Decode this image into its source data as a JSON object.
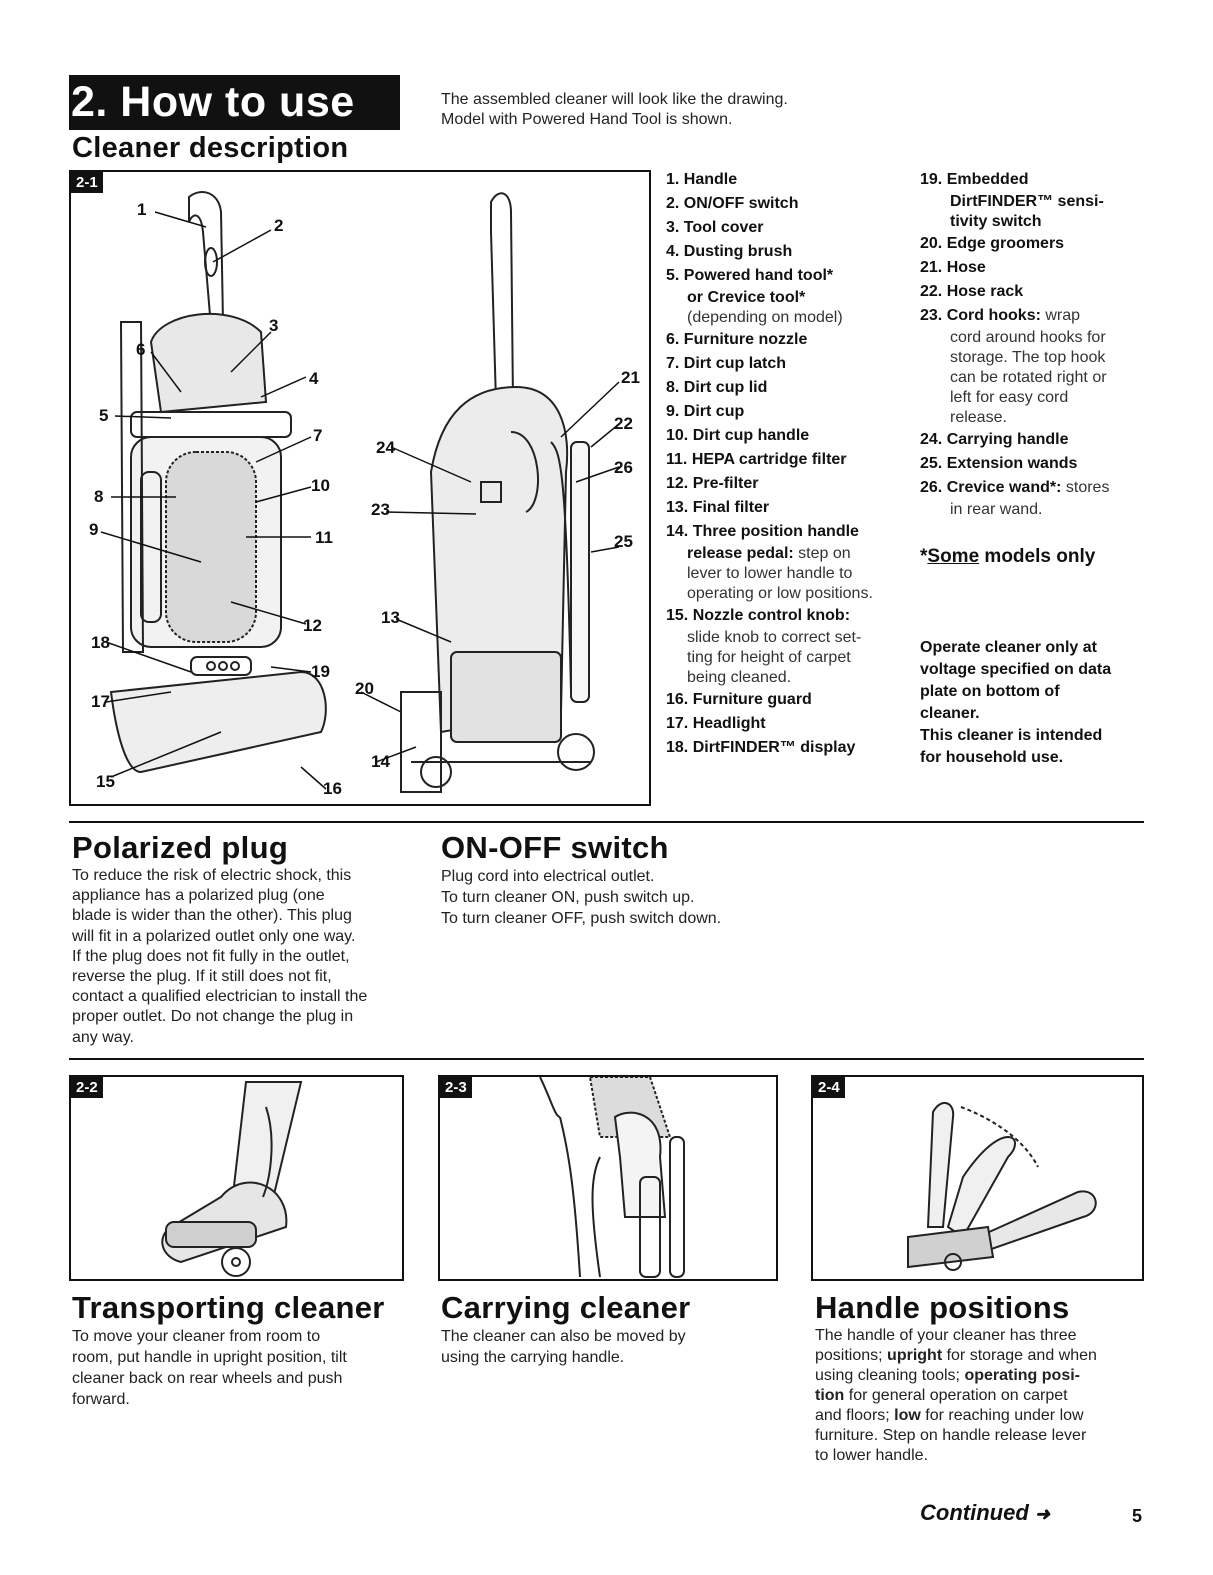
{
  "header": {
    "section_title": "2. How to use",
    "intro_line1": "The assembled cleaner will look like the drawing.",
    "intro_line2": "Model with Powered Hand Tool is shown.",
    "subtitle": "Cleaner description"
  },
  "figures": {
    "fig1_tag": "2-1",
    "fig2_tag": "2-2",
    "fig3_tag": "2-3",
    "fig4_tag": "2-4",
    "callouts": [
      "1",
      "2",
      "3",
      "4",
      "5",
      "6",
      "7",
      "8",
      "9",
      "10",
      "11",
      "12",
      "13",
      "14",
      "15",
      "16",
      "17",
      "18",
      "19",
      "20",
      "21",
      "22",
      "23",
      "24",
      "25",
      "26"
    ]
  },
  "parts_left": [
    {
      "num": "1.",
      "name": "Handle"
    },
    {
      "num": "2.",
      "name": "ON/OFF switch"
    },
    {
      "num": "3.",
      "name": "Tool cover"
    },
    {
      "num": "4.",
      "name": "Dusting brush"
    },
    {
      "num": "5.",
      "name": "Powered hand tool*",
      "line2": "or Crevice tool*",
      "line3": "(depending on model)"
    },
    {
      "num": "6.",
      "name": "Furniture nozzle"
    },
    {
      "num": "7.",
      "name": "Dirt cup latch"
    },
    {
      "num": "8.",
      "name": "Dirt cup lid"
    },
    {
      "num": "9.",
      "name": "Dirt cup"
    },
    {
      "num": "10.",
      "name": "Dirt cup handle"
    },
    {
      "num": "11.",
      "name": "HEPA cartridge filter"
    },
    {
      "num": "12.",
      "name": "Pre-filter"
    },
    {
      "num": "13.",
      "name": "Final filter"
    },
    {
      "num": "14.",
      "name": "Three position handle",
      "line2": "release pedal:",
      "desc2": " step on",
      "line3": "lever to lower handle to",
      "line4": "operating or low positions."
    },
    {
      "num": "15.",
      "name": "Nozzle control knob:",
      "line2": "slide knob to correct set-",
      "line3": "ting for height of carpet",
      "line4": "being cleaned."
    },
    {
      "num": "16.",
      "name": "Furniture guard"
    },
    {
      "num": "17.",
      "name": "Headlight"
    },
    {
      "num": "18.",
      "name": "DirtFINDER™ display"
    }
  ],
  "parts_right": [
    {
      "num": "19.",
      "name": "Embedded",
      "line2": "DirtFINDER™ sensi-",
      "line3": "tivity switch"
    },
    {
      "num": "20.",
      "name": "Edge groomers"
    },
    {
      "num": "21.",
      "name": "Hose"
    },
    {
      "num": "22.",
      "name": "Hose rack"
    },
    {
      "num": "23.",
      "name": "Cord hooks:",
      "desc": " wrap",
      "line2": "cord around hooks for",
      "line3": "storage.  The top hook",
      "line4": "can be rotated right or",
      "line5": "left for easy cord",
      "line6": "release."
    },
    {
      "num": "24.",
      "name": "Carrying handle"
    },
    {
      "num": "25.",
      "name": "Extension wands"
    },
    {
      "num": "26.",
      "name": "Crevice wand*:",
      "desc": " stores",
      "line2": "in rear wand."
    }
  ],
  "some_models": {
    "prefix": "*",
    "underlined": "Some",
    "suffix": " models only"
  },
  "warnings": {
    "line1": "Operate cleaner only at",
    "line2": "voltage specified on data",
    "line3": "plate on bottom of",
    "line4": "cleaner.",
    "line5": "This cleaner is intended",
    "line6": "for household use."
  },
  "polarized": {
    "title": "Polarized plug",
    "lines": [
      "To reduce the risk of electric shock, this",
      "appliance has a polarized plug (one",
      "blade is wider than the other).  This plug",
      "will fit in a polarized outlet only one way.",
      "If the plug does not fit fully in the outlet,",
      "reverse the plug.  If it still does not fit,",
      "contact a qualified electrician to install the",
      "proper outlet.  Do not change the plug in",
      "any way."
    ]
  },
  "onoff": {
    "title": "ON-OFF switch",
    "lines": [
      "Plug cord into electrical outlet.",
      "To turn cleaner ON, push switch up.",
      "To turn cleaner OFF, push switch down."
    ]
  },
  "transporting": {
    "title": "Transporting cleaner",
    "lines": [
      "To move your cleaner from room to",
      "room, put handle in upright position, tilt",
      "cleaner back on rear wheels and push",
      "forward."
    ]
  },
  "carrying": {
    "title": "Carrying cleaner",
    "lines": [
      "The cleaner can also be moved by",
      "using the carrying handle."
    ]
  },
  "handle_positions": {
    "title": "Handle positions",
    "l1": "The handle of your cleaner has three",
    "l2a": "positions; ",
    "l2b": "upright",
    "l2c": " for storage and when",
    "l3a": "using cleaning tools; ",
    "l3b": "operating posi-",
    "l4a": "tion",
    "l4b": " for general operation on carpet",
    "l5a": "and floors; ",
    "l5b": "low",
    "l5c": " for reaching under low",
    "l6": "furniture. Step on handle release lever",
    "l7": "to lower handle."
  },
  "footer": {
    "continued": "Continued",
    "arrow": "➜",
    "page": "5"
  }
}
